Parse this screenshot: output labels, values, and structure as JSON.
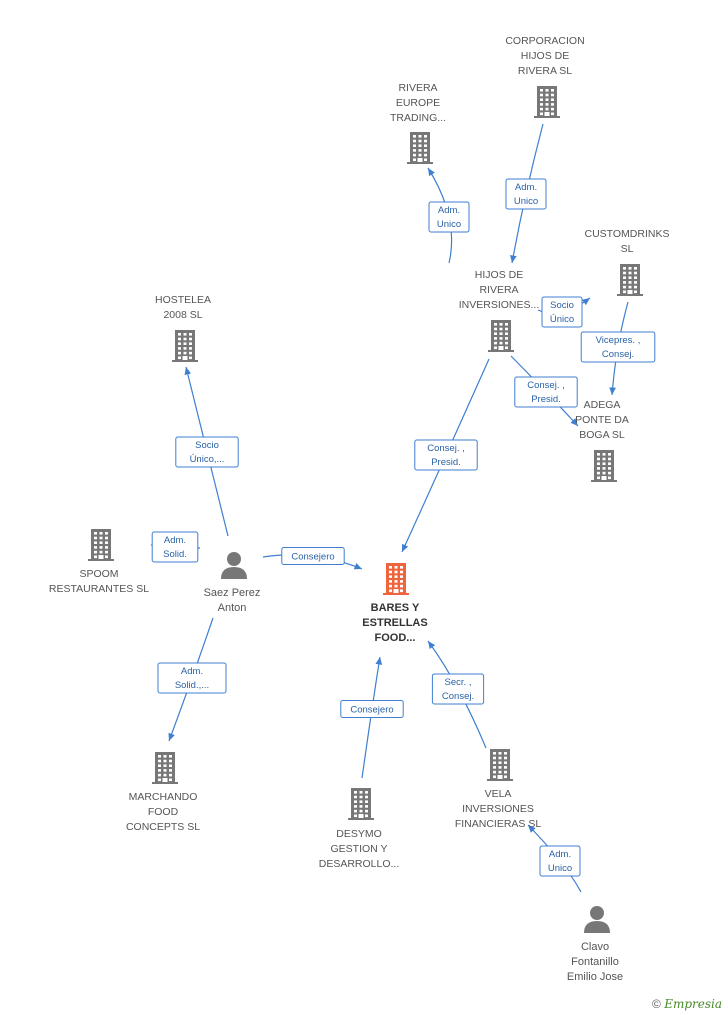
{
  "colors": {
    "edge": "#3f7fd0",
    "edge_text": "#2a62a8",
    "company": "#777777",
    "main_company": "#f0643c",
    "person": "#777777"
  },
  "nodes": [
    {
      "id": "corporacion",
      "type": "company",
      "label": [
        "CORPORACION",
        "HIJOS DE",
        "RIVERA SL"
      ]
    },
    {
      "id": "rivera_europe",
      "type": "company",
      "label": [
        "RIVERA",
        "EUROPE",
        "TRADING..."
      ]
    },
    {
      "id": "customdrinks",
      "type": "company",
      "label": [
        "CUSTOMDRINKS",
        "SL"
      ]
    },
    {
      "id": "hijos_rivera_inv",
      "type": "company",
      "label": [
        "HIJOS DE",
        "RIVERA",
        "INVERSIONES..."
      ]
    },
    {
      "id": "hostelea",
      "type": "company",
      "label": [
        "HOSTELEA",
        "2008 SL"
      ]
    },
    {
      "id": "adega",
      "type": "company",
      "label": [
        "ADEGA",
        "PONTE DA",
        "BOGA SL"
      ]
    },
    {
      "id": "spoom",
      "type": "company",
      "label": [
        "SPOOM",
        "RESTAURANTES SL"
      ]
    },
    {
      "id": "saez",
      "type": "person",
      "label": [
        "Saez Perez",
        "Anton"
      ]
    },
    {
      "id": "bares",
      "type": "main",
      "label": [
        "BARES Y",
        "ESTRELLAS",
        "FOOD..."
      ]
    },
    {
      "id": "marchando",
      "type": "company",
      "label": [
        "MARCHANDO",
        "FOOD",
        "CONCEPTS SL"
      ]
    },
    {
      "id": "desymo",
      "type": "company",
      "label": [
        "DESYMO",
        "GESTION Y",
        "DESARROLLO..."
      ]
    },
    {
      "id": "vela",
      "type": "company",
      "label": [
        "VELA",
        "INVERSIONES",
        "FINANCIERAS SL"
      ]
    },
    {
      "id": "clavo",
      "type": "person",
      "label": [
        "Clavo",
        "Fontanillo",
        "Emilio Jose"
      ]
    }
  ],
  "edges": [
    {
      "from": "hijos_rivera_inv",
      "to": "rivera_europe",
      "label": [
        "Adm.",
        "Unico"
      ]
    },
    {
      "from": "corporacion",
      "to": "hijos_rivera_inv",
      "label": [
        "Adm.",
        "Unico"
      ]
    },
    {
      "from": "hijos_rivera_inv",
      "to": "customdrinks",
      "label": [
        "Socio",
        "Único"
      ]
    },
    {
      "from": "customdrinks",
      "to": "adega",
      "label": [
        "Vicepres. ,",
        "Consej."
      ]
    },
    {
      "from": "hijos_rivera_inv",
      "to": "adega",
      "label": [
        "Consej. ,",
        "Presid."
      ]
    },
    {
      "from": "hijos_rivera_inv",
      "to": "bares",
      "label": [
        "Consej. ,",
        "Presid."
      ]
    },
    {
      "from": "saez",
      "to": "hostelea",
      "label": [
        "Socio",
        "Único,..."
      ]
    },
    {
      "from": "saez",
      "to": "spoom",
      "label": [
        "Adm.",
        "Solid."
      ]
    },
    {
      "from": "saez",
      "to": "bares",
      "label": [
        "Consejero"
      ]
    },
    {
      "from": "saez",
      "to": "marchando",
      "label": [
        "Adm.",
        "Solid.,..."
      ]
    },
    {
      "from": "desymo",
      "to": "bares",
      "label": [
        "Consejero"
      ]
    },
    {
      "from": "vela",
      "to": "bares",
      "label": [
        "Secr. ,",
        "Consej."
      ]
    },
    {
      "from": "clavo",
      "to": "vela",
      "label": [
        "Adm.",
        "Unico"
      ]
    }
  ],
  "footer": {
    "symbol": "©",
    "brand": "Empresia"
  }
}
